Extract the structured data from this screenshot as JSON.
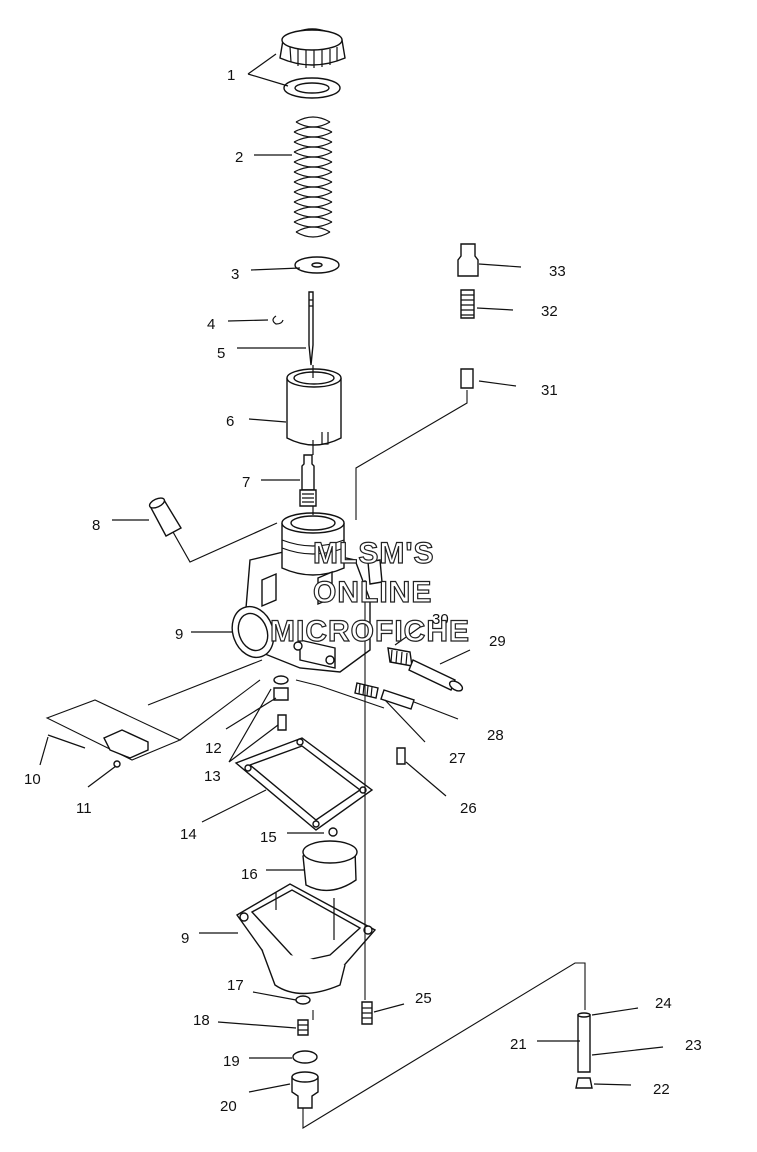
{
  "watermark": {
    "line1": "MLSM'S",
    "line2": "ONLINE",
    "line3": "MICROFICHE"
  },
  "callouts": [
    "1",
    "2",
    "3",
    "4",
    "5",
    "6",
    "7",
    "8",
    "9",
    "9",
    "10",
    "11",
    "12",
    "13",
    "14",
    "15",
    "16",
    "17",
    "18",
    "19",
    "20",
    "21",
    "22",
    "23",
    "24",
    "25",
    "26",
    "27",
    "28",
    "29",
    "30",
    "31",
    "32",
    "33"
  ],
  "parts": [
    "cap-and-washer",
    "spring",
    "plate",
    "clip",
    "needle",
    "throttle-valve",
    "needle-jet",
    "cap",
    "carburetor-body",
    "float-bowl",
    "float-pin",
    "float-arm",
    "jet-assembly",
    "o-ring",
    "gasket",
    "ball",
    "float",
    "washer",
    "main-jet",
    "o-ring-drain",
    "drain-plug",
    "tube",
    "plug",
    "fitting",
    "screw",
    "screw",
    "spring",
    "pilot-screw",
    "idle-screw",
    "spring",
    "cap-cable",
    "spring-cable",
    "adjuster"
  ]
}
